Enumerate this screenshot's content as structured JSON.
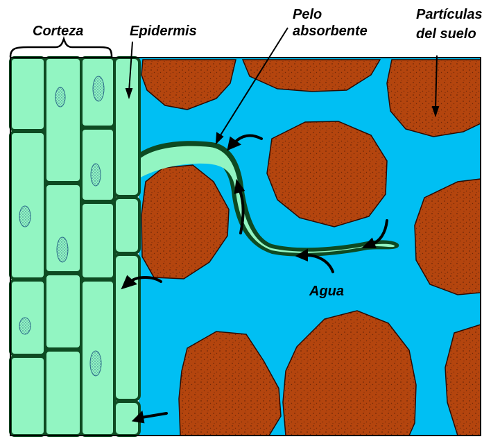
{
  "labels": {
    "corteza": "Corteza",
    "epidermis": "Epidermis",
    "pelo_line1": "Pelo",
    "pelo_line2": "absorbente",
    "particulas_line1": "Partículas",
    "particulas_line2": "del suelo",
    "agua": "Agua"
  },
  "colors": {
    "water": "#00BFF3",
    "soil": "#B4450E",
    "cell_fill": "#92F5C2",
    "cell_wall": "#0E4A22",
    "border": "#000000"
  }
}
